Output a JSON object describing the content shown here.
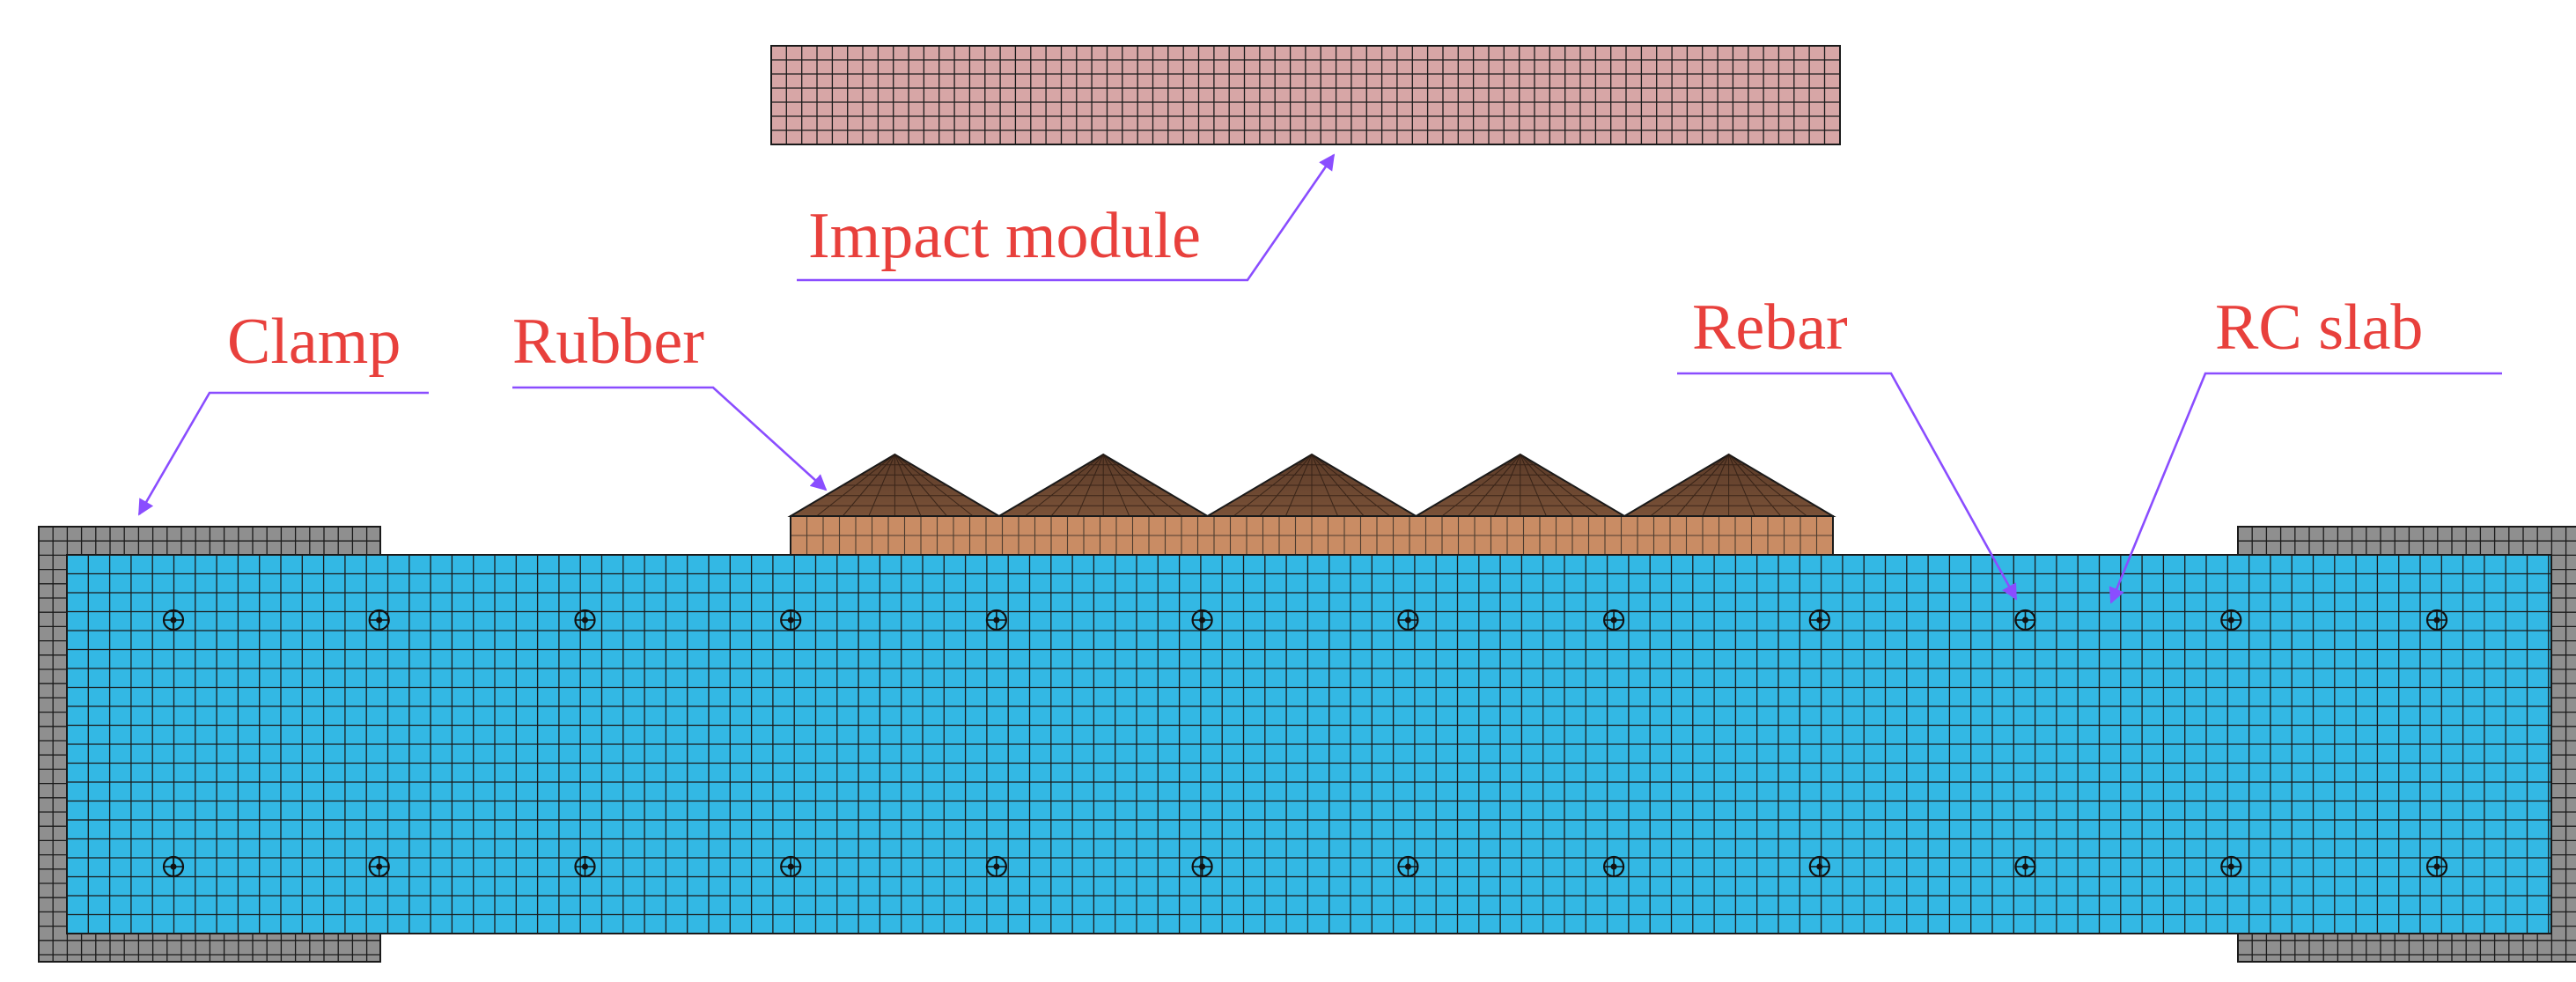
{
  "labels": {
    "impact": "Impact module",
    "clamp": "Clamp",
    "rubber": "Rubber",
    "rebar": "Rebar",
    "slab": "RC slab"
  },
  "colors": {
    "impact_fill": "#d7a6a6",
    "rubber_base": "#c98c64",
    "rubber_peak": "#5a3a28",
    "slab_fill": "#33b8e4",
    "clamp_fill": "#8f8f8f",
    "mesh_line": "#1a1a1a",
    "label_text": "#e8403c",
    "leader_line": "#8a4dff"
  },
  "rebar_rows": 2,
  "rebar_per_row": 12,
  "rubber_peaks": 5
}
